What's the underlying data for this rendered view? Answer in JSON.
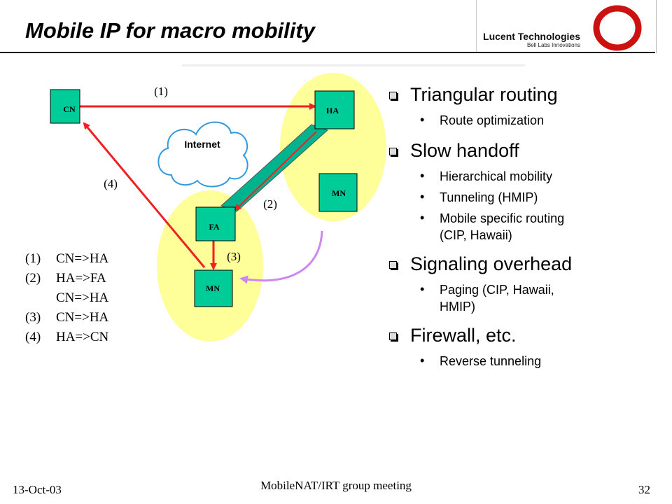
{
  "slide": {
    "title": "Mobile IP for macro mobility",
    "logo": {
      "name": "Lucent Technologies",
      "tagline": "Bell Labs Innovations"
    }
  },
  "diagram": {
    "nodes": {
      "cn": "CN",
      "ha": "HA",
      "fa": "FA",
      "mn_home": "MN",
      "mn_foreign": "MN"
    },
    "cloud_label": "Internet",
    "edge_labels": {
      "e1": "(1)",
      "e2": "(2)",
      "e3": "(3)",
      "e4": "(4)"
    }
  },
  "legend": [
    {
      "num": "(1)",
      "text": "CN=>HA"
    },
    {
      "num": "(2)",
      "text": "HA=>FA"
    },
    {
      "num": "",
      "text": "CN=>HA"
    },
    {
      "num": "(3)",
      "text": "CN=>HA"
    },
    {
      "num": "(4)",
      "text": "HA=>CN"
    }
  ],
  "bullets": [
    {
      "label": "Triangular routing",
      "subs": [
        "Route optimization"
      ]
    },
    {
      "label": "Slow handoff",
      "subs": [
        "Hierarchical mobility",
        "Tunneling (HMIP)",
        "Mobile specific routing (CIP, Hawaii)"
      ]
    },
    {
      "label": "Signaling overhead",
      "subs": [
        "Paging (CIP, Hawaii, HMIP)"
      ]
    },
    {
      "label": "Firewall, etc.",
      "subs": [
        "Reverse tunneling"
      ]
    }
  ],
  "footer": {
    "date": "13-Oct-03",
    "center": "MobileNAT/IRT group meeting",
    "page": "32"
  },
  "colors": {
    "node_fill": "#00cc99",
    "cell_fill": "#ffff99",
    "arrow": "#ee2222",
    "tunnel": "#00b38f",
    "move_arrow": "#cc88ee",
    "cloud_stroke": "#3399dd"
  }
}
